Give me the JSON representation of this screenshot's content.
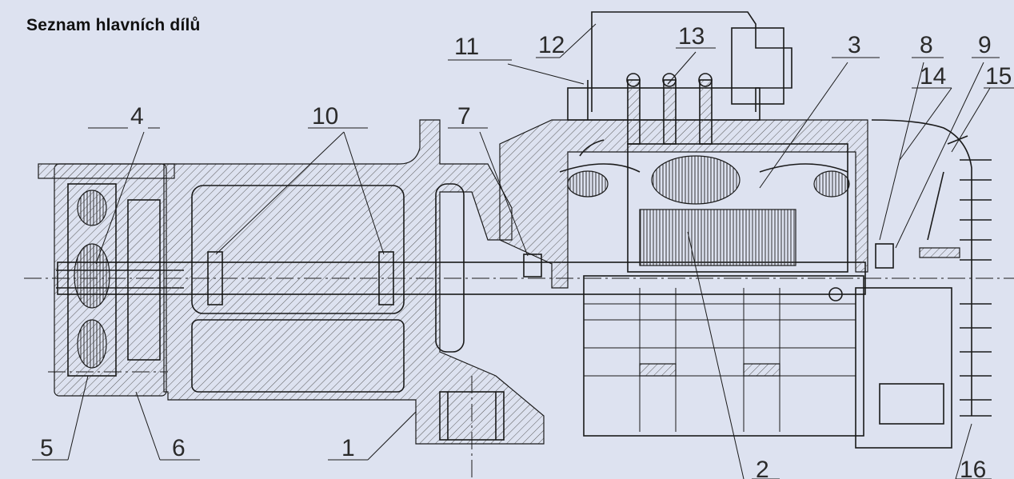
{
  "title": "Seznam hlavních dílů",
  "callouts": [
    "1",
    "2",
    "3",
    "4",
    "5",
    "6",
    "7",
    "8",
    "9",
    "10",
    "11",
    "12",
    "13",
    "14",
    "15",
    "16"
  ]
}
